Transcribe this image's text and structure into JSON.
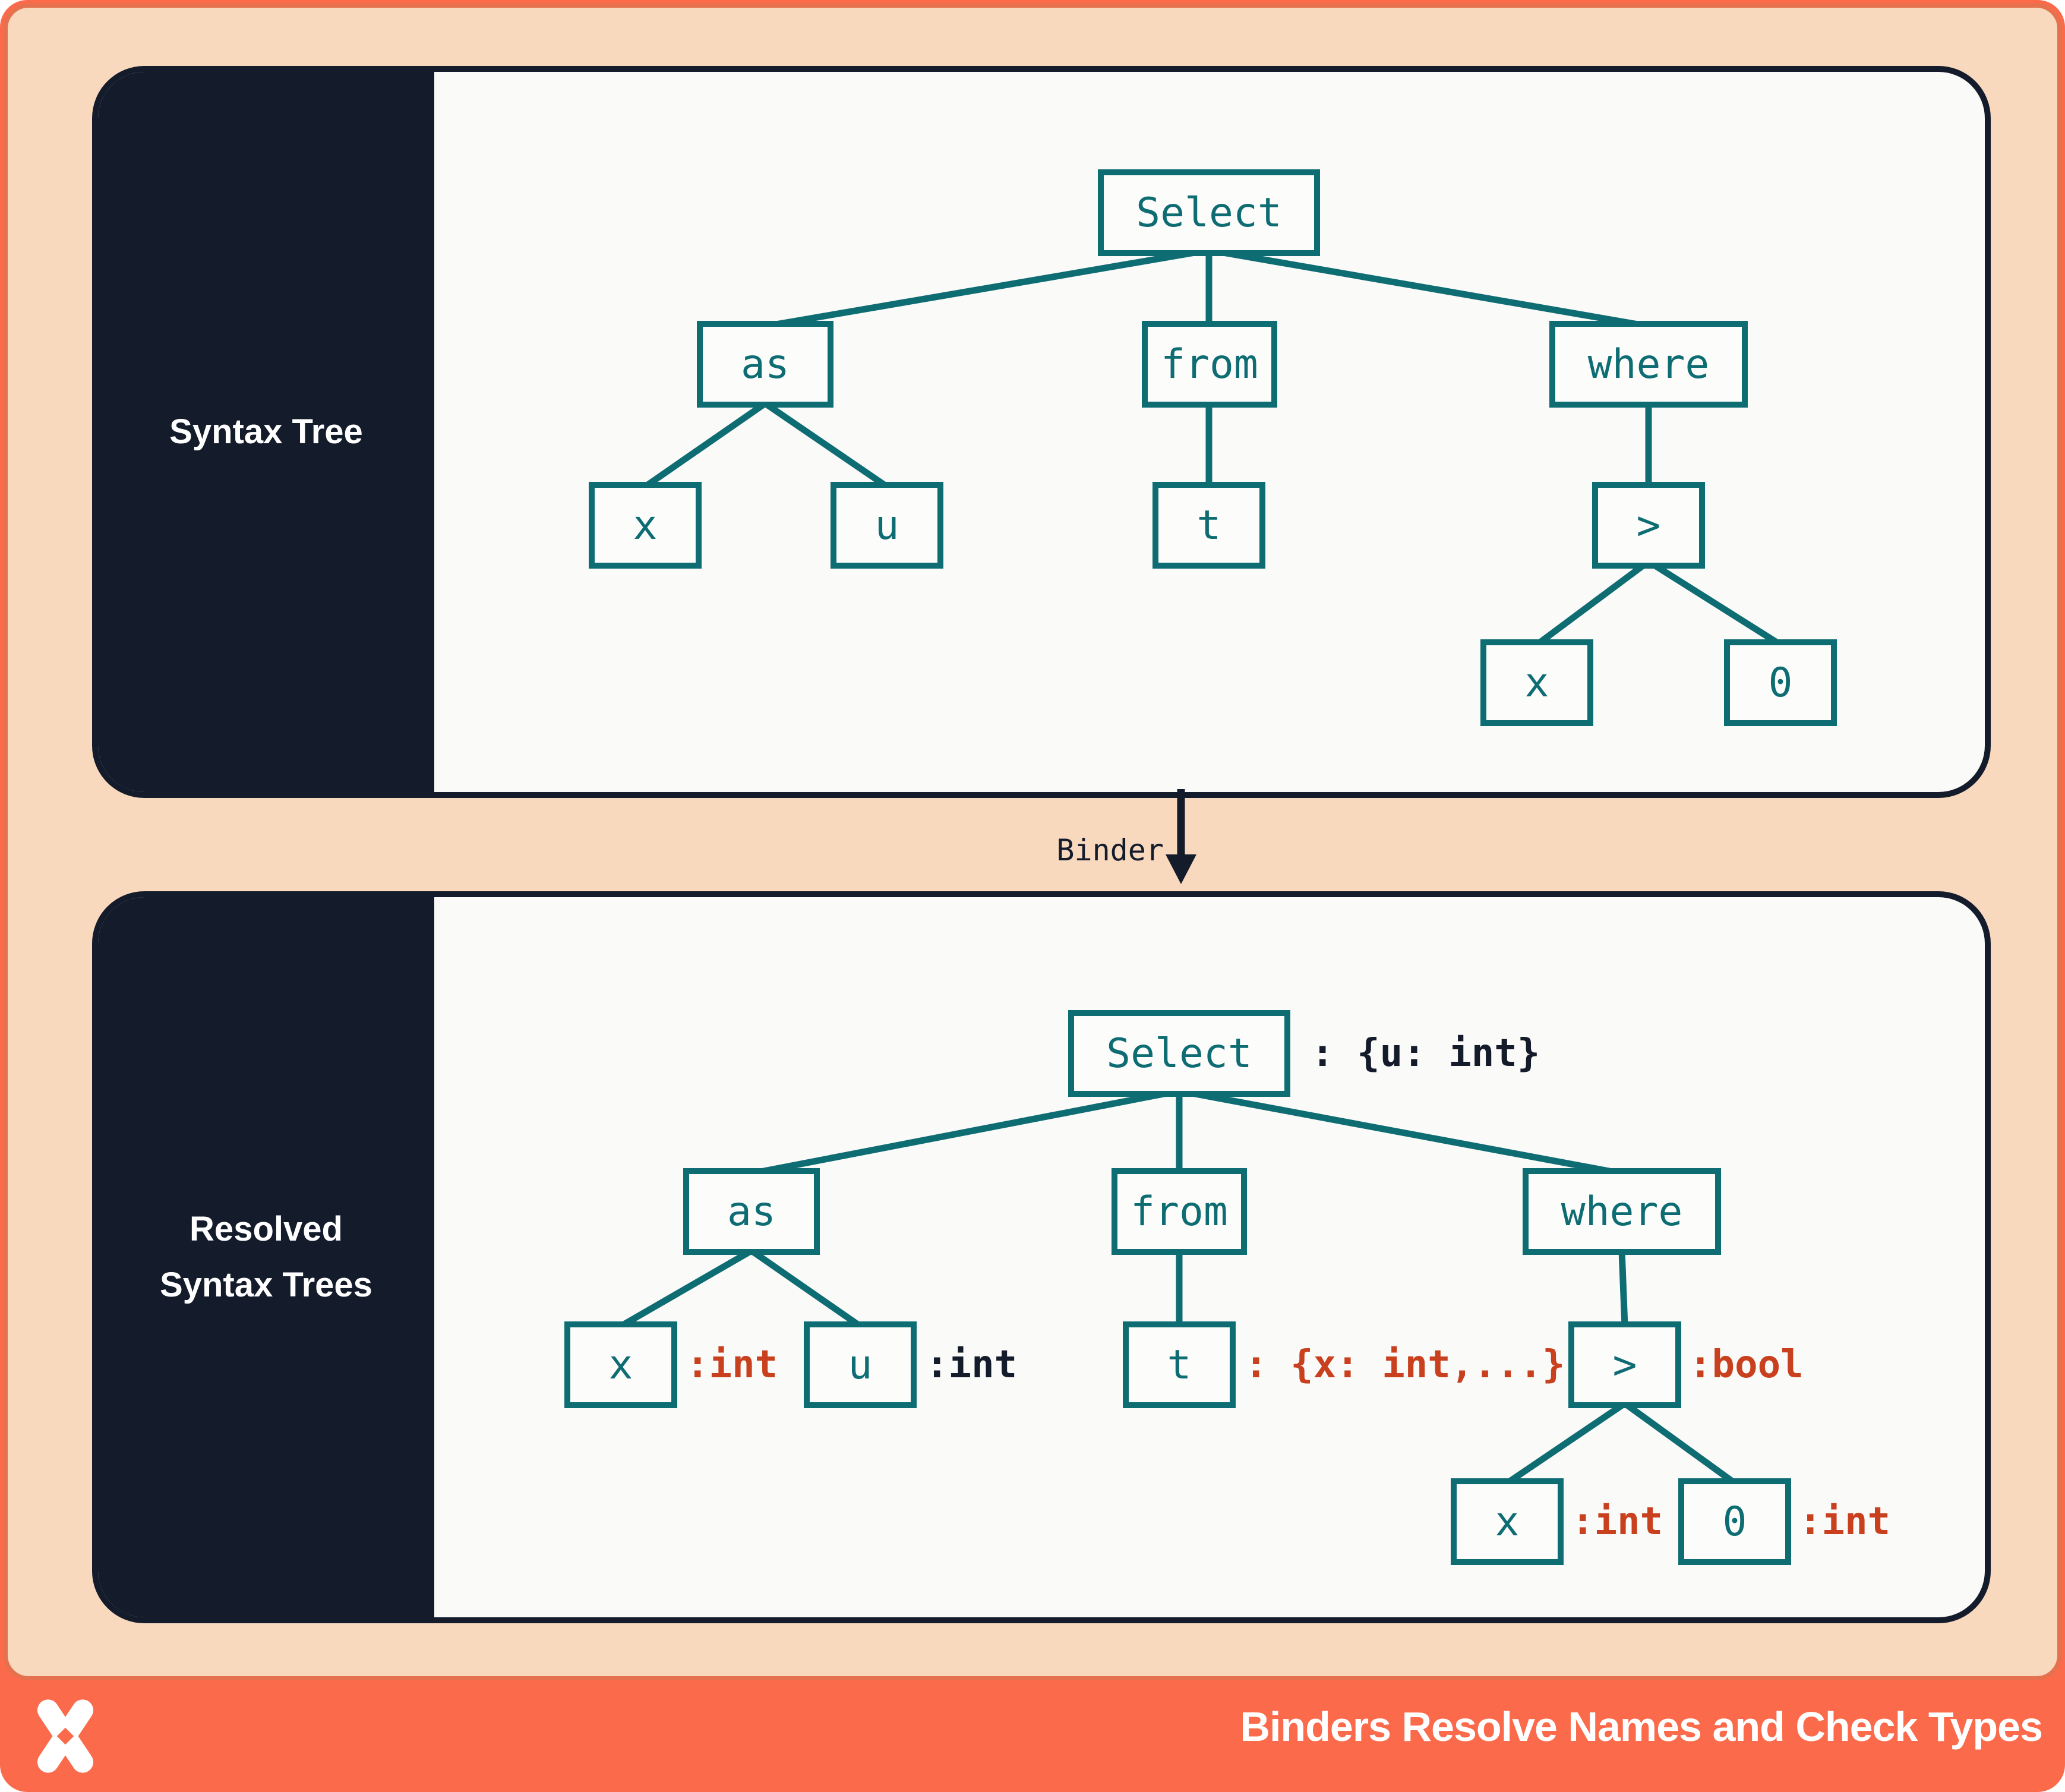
{
  "colors": {
    "orange": "#FB6A4B",
    "orange-border": "#E5714E",
    "peach": "#F8D9BE",
    "navy": "#141B2B",
    "paper": "#FAFAF8",
    "teal": "#0E6C73",
    "red": "#C8401E"
  },
  "panel1": {
    "label": "Syntax Tree",
    "nodes": {
      "select": "Select",
      "as": "as",
      "from": "from",
      "where": "where",
      "x": "x",
      "u": "u",
      "t": "t",
      "gt": ">",
      "x2": "x",
      "zero": "0"
    }
  },
  "binder": {
    "label": "Binder"
  },
  "panel2": {
    "label_line1": "Resolved",
    "label_line2": "Syntax Trees",
    "nodes": {
      "select": "Select",
      "as": "as",
      "from": "from",
      "where": "where",
      "x": "x",
      "u": "u",
      "t": "t",
      "gt": ">",
      "x2": "x",
      "zero": "0"
    },
    "types": {
      "select": ": {u: int}",
      "x": ":int",
      "u": ":int",
      "t": ": {x: int,...}",
      "gt": ":bool",
      "x2": ":int",
      "zero": ":int"
    }
  },
  "footer": {
    "title": "Binders Resolve Names and Check Types",
    "logo": "pinwheel-logo"
  }
}
